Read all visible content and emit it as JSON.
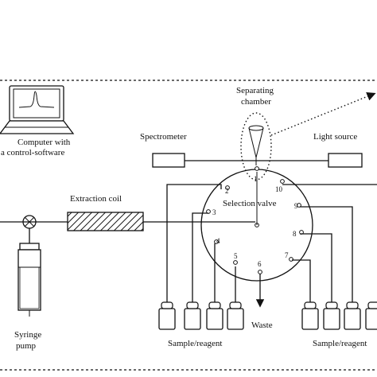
{
  "labels": {
    "computer_line1": "Computer with",
    "computer_line2": "a control-software",
    "separating_line1": "Separating",
    "separating_line2": "chamber",
    "spectrometer": "Spectrometer",
    "light_source": "Light source",
    "extraction_coil": "Extraction coil",
    "selection_valve": "Selection valve",
    "syringe_line1": "Syringe",
    "syringe_line2": "pump",
    "waste": "Waste",
    "sample_reagent_left": "Sample/reagent",
    "sample_reagent_right": "Sample/reagent"
  },
  "valve_ports": [
    "1",
    "2",
    "3",
    "4",
    "5",
    "6",
    "7",
    "8",
    "9",
    "10"
  ]
}
